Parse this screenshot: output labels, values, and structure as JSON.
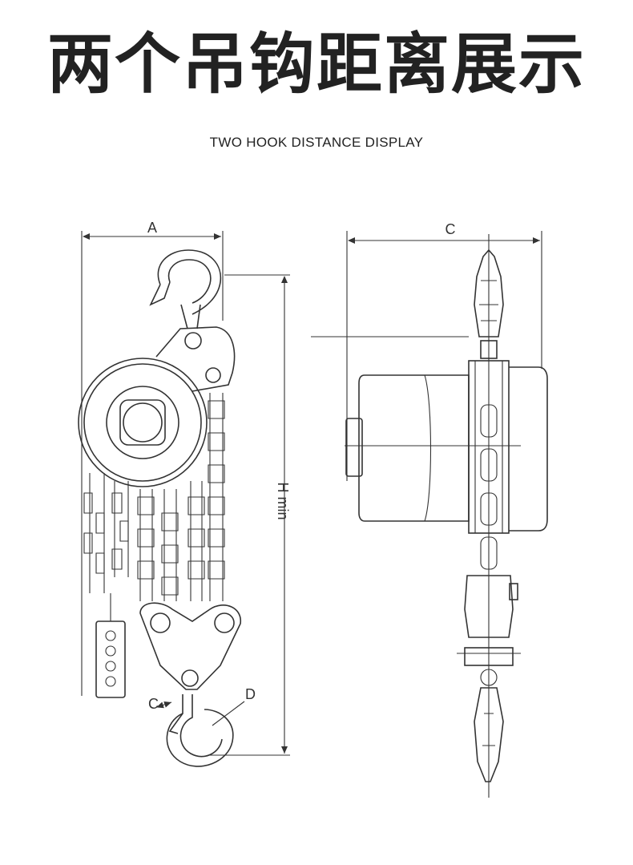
{
  "header": {
    "title": "两个吊钩距离展示",
    "subtitle": "TWO HOOK DISTANCE DISPLAY"
  },
  "diagram": {
    "labels": {
      "a": "A",
      "c": "C",
      "d": "D",
      "h": "H min"
    }
  },
  "colors": {
    "line": "#333333",
    "text": "#222222",
    "background": "#ffffff"
  }
}
